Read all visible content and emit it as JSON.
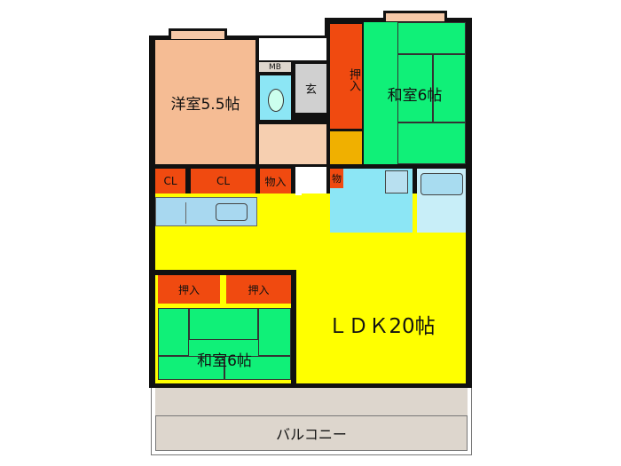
{
  "rooms": {
    "western_room": "洋室5.5帖",
    "mb": "MB",
    "entrance": "玄",
    "closet_top_right": "押入",
    "japanese_room_top": "和室6帖",
    "cl1": "CL",
    "cl2": "CL",
    "storage1": "物入",
    "storage2": "物",
    "closet_bottom_1": "押入",
    "closet_bottom_2": "押入",
    "japanese_room_bottom": "和室6帖",
    "ldk": "ＬＤＫ20帖",
    "balcony": "バルコニー"
  },
  "colors": {
    "western": "#f5bc94",
    "japanese": "#10f078",
    "closet": "#f04a10",
    "ldk": "#ffff00",
    "water": "#8ce6f5",
    "entrance": "#d0d0d0",
    "hall": "#f6cfb0",
    "balcony": "#ddd6cd"
  }
}
